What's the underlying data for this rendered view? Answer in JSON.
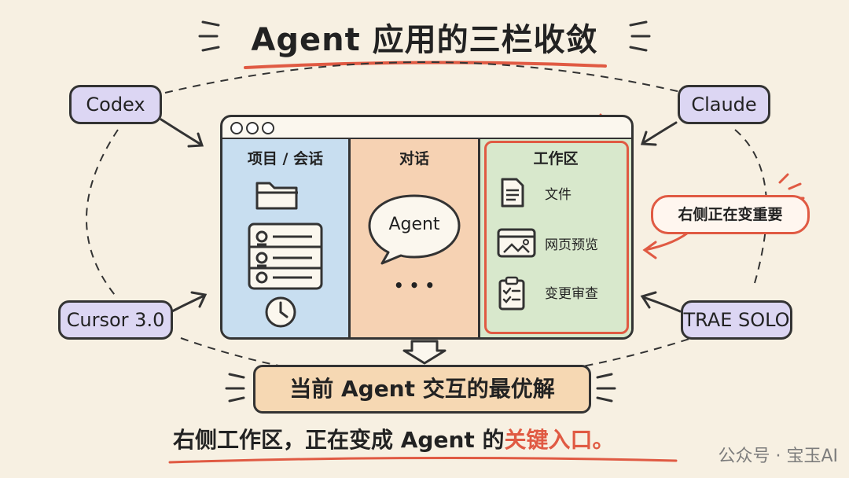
{
  "title": "Agent 应用的三栏收敛",
  "tags": {
    "codex": "Codex",
    "claude": "Claude",
    "cursor": "Cursor 3.0",
    "trae": "TRAE SOLO"
  },
  "window": {
    "left_header": "项目 / 会话",
    "mid_header": "对话",
    "mid_bubble": "Agent",
    "mid_more": "• • •",
    "right_header": "工作区",
    "workspace_items": [
      {
        "label": "文件",
        "icon": "document-icon"
      },
      {
        "label": "网页预览",
        "icon": "browser-icon"
      },
      {
        "label": "变更审查",
        "icon": "checklist-icon"
      }
    ]
  },
  "callout": "右侧正在变重要",
  "result": "当前 Agent 交互的最优解",
  "footer": {
    "text": "右侧工作区，正在变成 Agent 的",
    "highlight": "关键入口。"
  },
  "watermark": "公众号 · 宝玉AI",
  "colors": {
    "background": "#f7f0e2",
    "accent": "#e05a43",
    "tag_fill": "#dcd6f3",
    "left_col": "#c8def0",
    "mid_col": "#f6d2b3",
    "right_col": "#d8e8cc",
    "result_fill": "#f6d8b3"
  }
}
